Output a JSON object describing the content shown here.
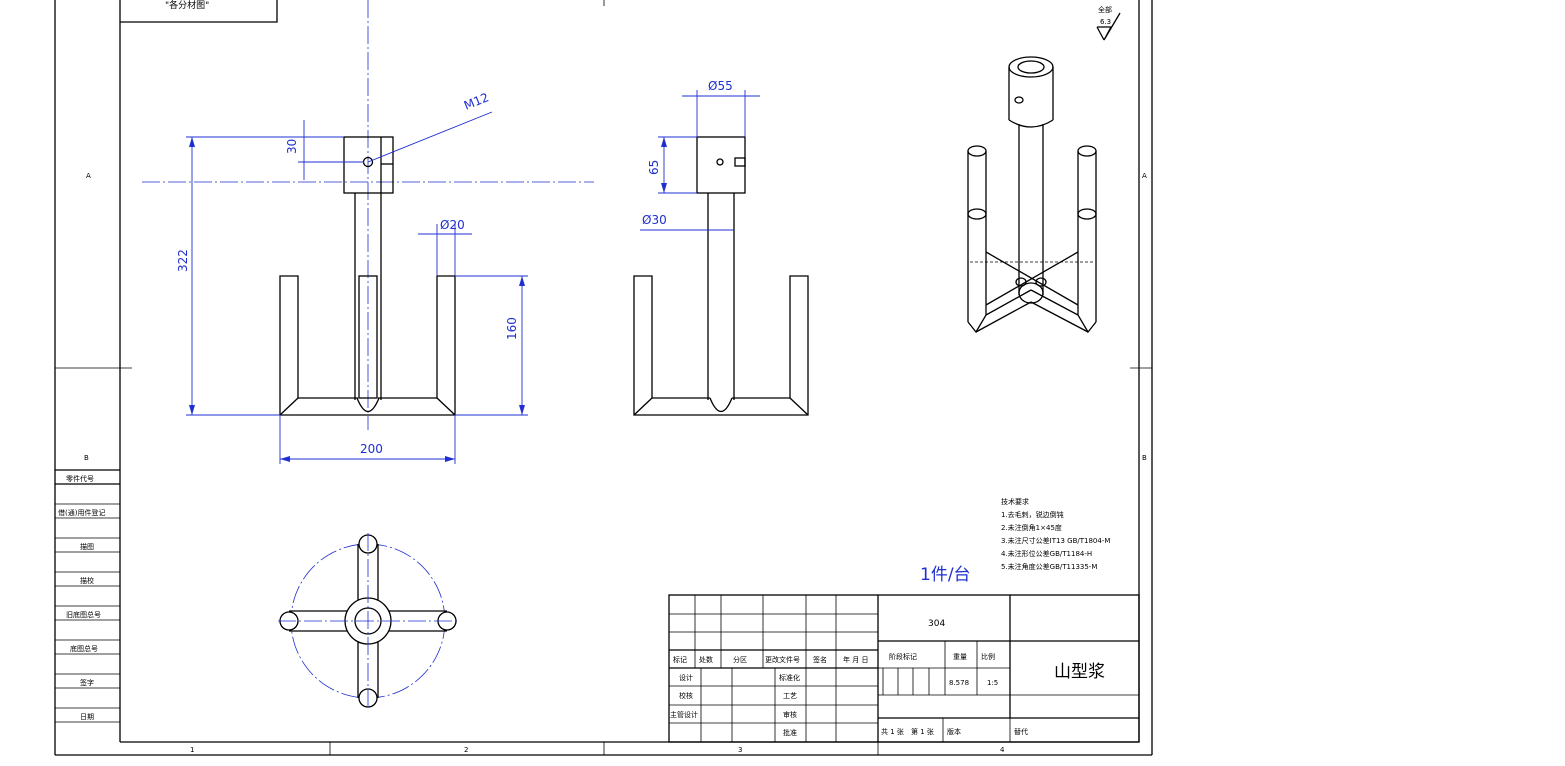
{
  "drawing": {
    "stamp_text": "\"各分材图\"",
    "surface_finish": {
      "label": "全部",
      "value": "6.3"
    },
    "dimensions": {
      "m12": "M12",
      "d30_top": "30",
      "h322": "322",
      "d20": "Ø20",
      "h160": "160",
      "w200": "200",
      "d55": "Ø55",
      "h65": "65",
      "d30_shaft": "Ø30"
    },
    "quantity_note": "1件/台",
    "tech_requirements": {
      "title": "技术要求",
      "items": [
        "1.去毛刺，锐边倒钝",
        "2.未注倒角1×45度",
        "3.未注尺寸公差IT13 GB/T1804-M",
        "4.未注形位公差GB/T1184-H",
        "5.未注角度公差GB/T11335-M"
      ]
    },
    "zone_labels": {
      "row_a": "A",
      "row_b": "B",
      "col_1": "1",
      "col_2": "2",
      "col_3": "3",
      "col_4": "4"
    },
    "left_strip": [
      "零件代号",
      "借(通)用件登记",
      "描图",
      "描校",
      "旧底图总号",
      "底图总号",
      "签字",
      "日期"
    ]
  },
  "title_block": {
    "material": "304",
    "part_name": "山型浆",
    "header_row": [
      "标记",
      "处数",
      "分区",
      "更改文件号",
      "签名",
      "年 月 日"
    ],
    "sign_rows": [
      {
        "left": "设计",
        "right": "标准化"
      },
      {
        "left": "校核",
        "right": "工艺"
      },
      {
        "left": "主管设计",
        "right": "审核"
      },
      {
        "left": "",
        "right": "批准"
      }
    ],
    "stage_label": "阶段标记",
    "weight_label": "重量",
    "scale_label": "比例",
    "weight_value": "8.578",
    "scale_value": "1:5",
    "sheets_total": "共 1 张",
    "sheet_no": "第 1 张",
    "version": "版本",
    "replaces": "替代"
  },
  "colors": {
    "dimension": "#1f2fd0",
    "outline": "#000000"
  }
}
